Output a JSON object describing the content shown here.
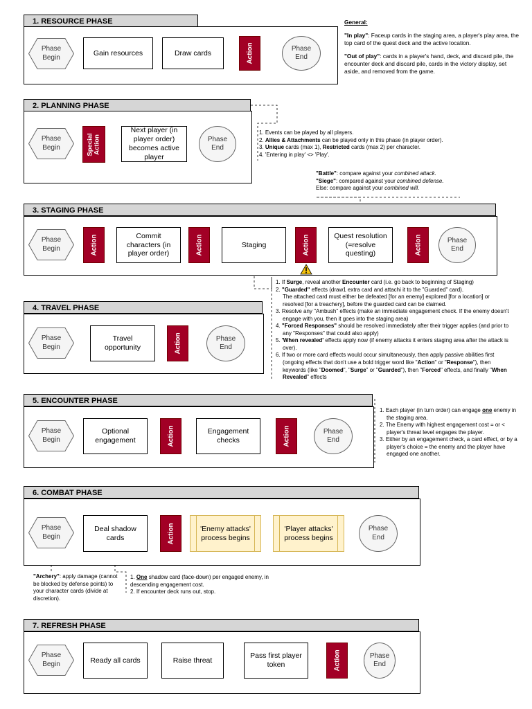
{
  "common": {
    "phase_begin": "Phase\nBegin",
    "phase_end": "Phase\nEnd",
    "action": "Action",
    "special_action": "Special\nAction"
  },
  "general": {
    "title": "General:",
    "in_play_term": "\"In play\"",
    "in_play_text": ": Faceup cards in the staging area, a player's play area, the top card of the quest deck and the active location.",
    "out_of_play_term": "\"Out of play\"",
    "out_of_play_text": ": cards in a player's hand, deck, and discard pile, the encounter deck and discard pile, cards in the victory display, set aside, and removed from the game."
  },
  "phases": {
    "resource": {
      "title": "1. RESOURCE PHASE",
      "step1": "Gain resources",
      "step2": "Draw cards"
    },
    "planning": {
      "title": "2. PLANNING PHASE",
      "step1": "Next player (in player order) becomes active player"
    },
    "staging": {
      "title": "3. STAGING PHASE",
      "step1": "Commit characters (in player order)",
      "step2": "Staging",
      "step3": "Quest resolution (=resolve questing)"
    },
    "travel": {
      "title": "4. TRAVEL PHASE",
      "step1": "Travel opportunity"
    },
    "encounter": {
      "title": "5. ENCOUNTER PHASE",
      "step1": "Optional engagement",
      "step2": "Engagement checks"
    },
    "combat": {
      "title": "6. COMBAT PHASE",
      "step1": "Deal shadow cards",
      "step2": "'Enemy attacks' process begins",
      "step3": "'Player attacks' process begins"
    },
    "refresh": {
      "title": "7. REFRESH PHASE",
      "step1": "Ready all cards",
      "step2": "Raise threat",
      "step3": "Pass first player token"
    }
  },
  "notes": {
    "planning": {
      "n1": "1. Events can be played by all players.",
      "n2_b": "Allies & Attachments",
      "n2_t": " can be played only in this phase (in player order).",
      "n3_b1": "Unique",
      "n3_t1": " cards (max 1), ",
      "n3_b2": "Restricted",
      "n3_t2": " cards (max 2) per character.",
      "n4": "4. 'Entering in play' <> 'Play'."
    },
    "quest": {
      "battle_b": "\"Battle\"",
      "battle_t": ": compare against your ",
      "battle_i": "combined attack.",
      "siege_b": "\"Siege\"",
      "siege_t": ": compared against your ",
      "siege_i": "combined defense.",
      "else_t": "Else: compare against your ",
      "else_i": "combined will."
    },
    "staging": {
      "n1_a": "1. If ",
      "n1_b": "Surge",
      "n1_c": ", reveal another ",
      "n1_d": "Encounter",
      "n1_e": " card (i.e. go back to beginning of Staging)",
      "n2_b": "\"Guarded\"",
      "n2_t": " effects (draw1 extra card and attachi it to the \"Guarded\" card).",
      "n2_sub": "The attached card must either be defeated [for an enemy] explored [for a location] or resolved [for a treachery], before the guarded card can be claimed.",
      "n3": "3. Resolve any \"Ambush\" effects (make an immediate engagement check. If the enemy doesn't engage with you, then it goes into the staging area)",
      "n4_b": "\"Forced Responses\"",
      "n4_t": " should be resolved immediately after their trigger applies (and prior to any \"Responses\" that could also apply)",
      "n5_b": "'When revealed'",
      "n5_t": " effects apply now (if enemy attacks it enters staging area after the attack is over).",
      "n6_a": "6. If two or more card effects would occur simultaneously, then apply passive abilities first (ongoing effects that don't use a bold trigger word like \"",
      "n6_b1": "Action",
      "n6_c": "\" or \"",
      "n6_b2": "Response",
      "n6_d": "\"), then keywords (like \"",
      "n6_b3": "Doomed",
      "n6_e": "\", \"",
      "n6_b4": "Surge",
      "n6_f": "\" or \"",
      "n6_b5": "Guarded",
      "n6_g": "\"), then \"",
      "n6_b6": "Forced",
      "n6_h": "\" effects, and finally \"",
      "n6_b7": "When Revealed",
      "n6_i": "\" effects"
    },
    "encounter": {
      "n1_a": "1. Each player (in turn order) can engage ",
      "n1_b": "one",
      "n1_c": " enemy in the staging area.",
      "n2": "2. The Enemy with highest engagement cost = or < player's threat level engages the player.",
      "n3": "3. Either by an engagement check, a card effect, or by a player's choice = the enemy and the player have engaged one another."
    },
    "archery": {
      "b": "\"Archery\"",
      "t": ": apply damage (cannot be blocked by defense points) to your character cards (divide at discretion)."
    },
    "shadow": {
      "n1_a": "1. ",
      "n1_b": "One",
      "n1_c": " shadow card (face-down) per engaged enemy, in descending engagement cost.",
      "n2": "2. If encounter deck runs out, stop."
    }
  },
  "colors": {
    "action_red": "#a20025",
    "header_gray": "#d6d6d6",
    "yellow_box": "#fff2cc",
    "warning": "#f4c20d"
  }
}
